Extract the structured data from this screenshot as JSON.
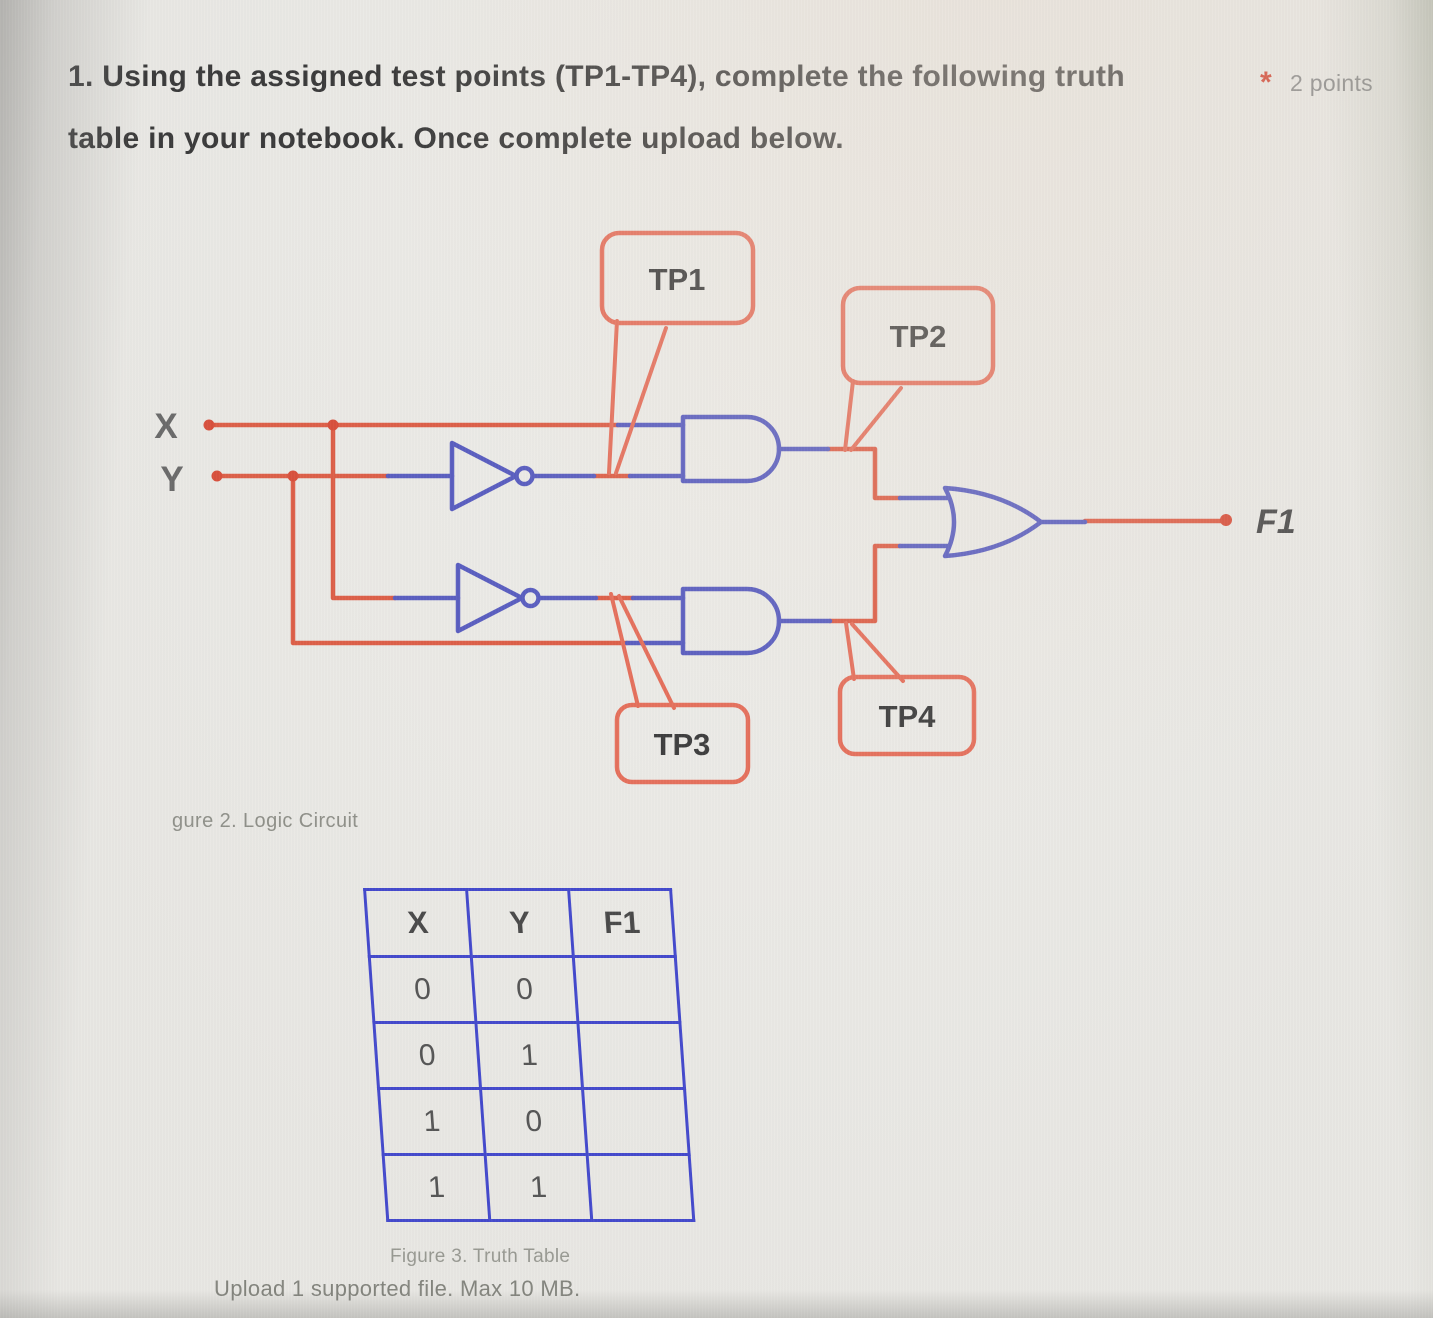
{
  "question": {
    "line1": "1. Using the assigned test points (TP1-TP4), complete the following truth",
    "line2": "table in your notebook. Once complete upload below.",
    "required_marker": "*",
    "points_label": "2 points"
  },
  "figure2": {
    "caption": "gure 2. Logic Circuit",
    "input_labels": {
      "x": "X",
      "y": "Y"
    },
    "output_label": "F1",
    "test_points": {
      "tp1": "TP1",
      "tp2": "TP2",
      "tp3": "TP3",
      "tp4": "TP4"
    },
    "gate_types": [
      "NOT",
      "NOT",
      "AND",
      "AND",
      "OR"
    ],
    "colors": {
      "wire": "#dd5f48",
      "gate": "#5a5ec0",
      "callout": "#e5705c",
      "tp_text": "#3e3e3e"
    }
  },
  "figure3": {
    "caption": "Figure 3. Truth Table",
    "headers": [
      "X",
      "Y",
      "F1"
    ],
    "rows": [
      [
        "0",
        "0",
        ""
      ],
      [
        "0",
        "1",
        ""
      ],
      [
        "1",
        "0",
        ""
      ],
      [
        "1",
        "1",
        ""
      ]
    ],
    "border_color": "#4349cc"
  },
  "upload_hint": "Upload 1 supported file. Max 10 MB."
}
